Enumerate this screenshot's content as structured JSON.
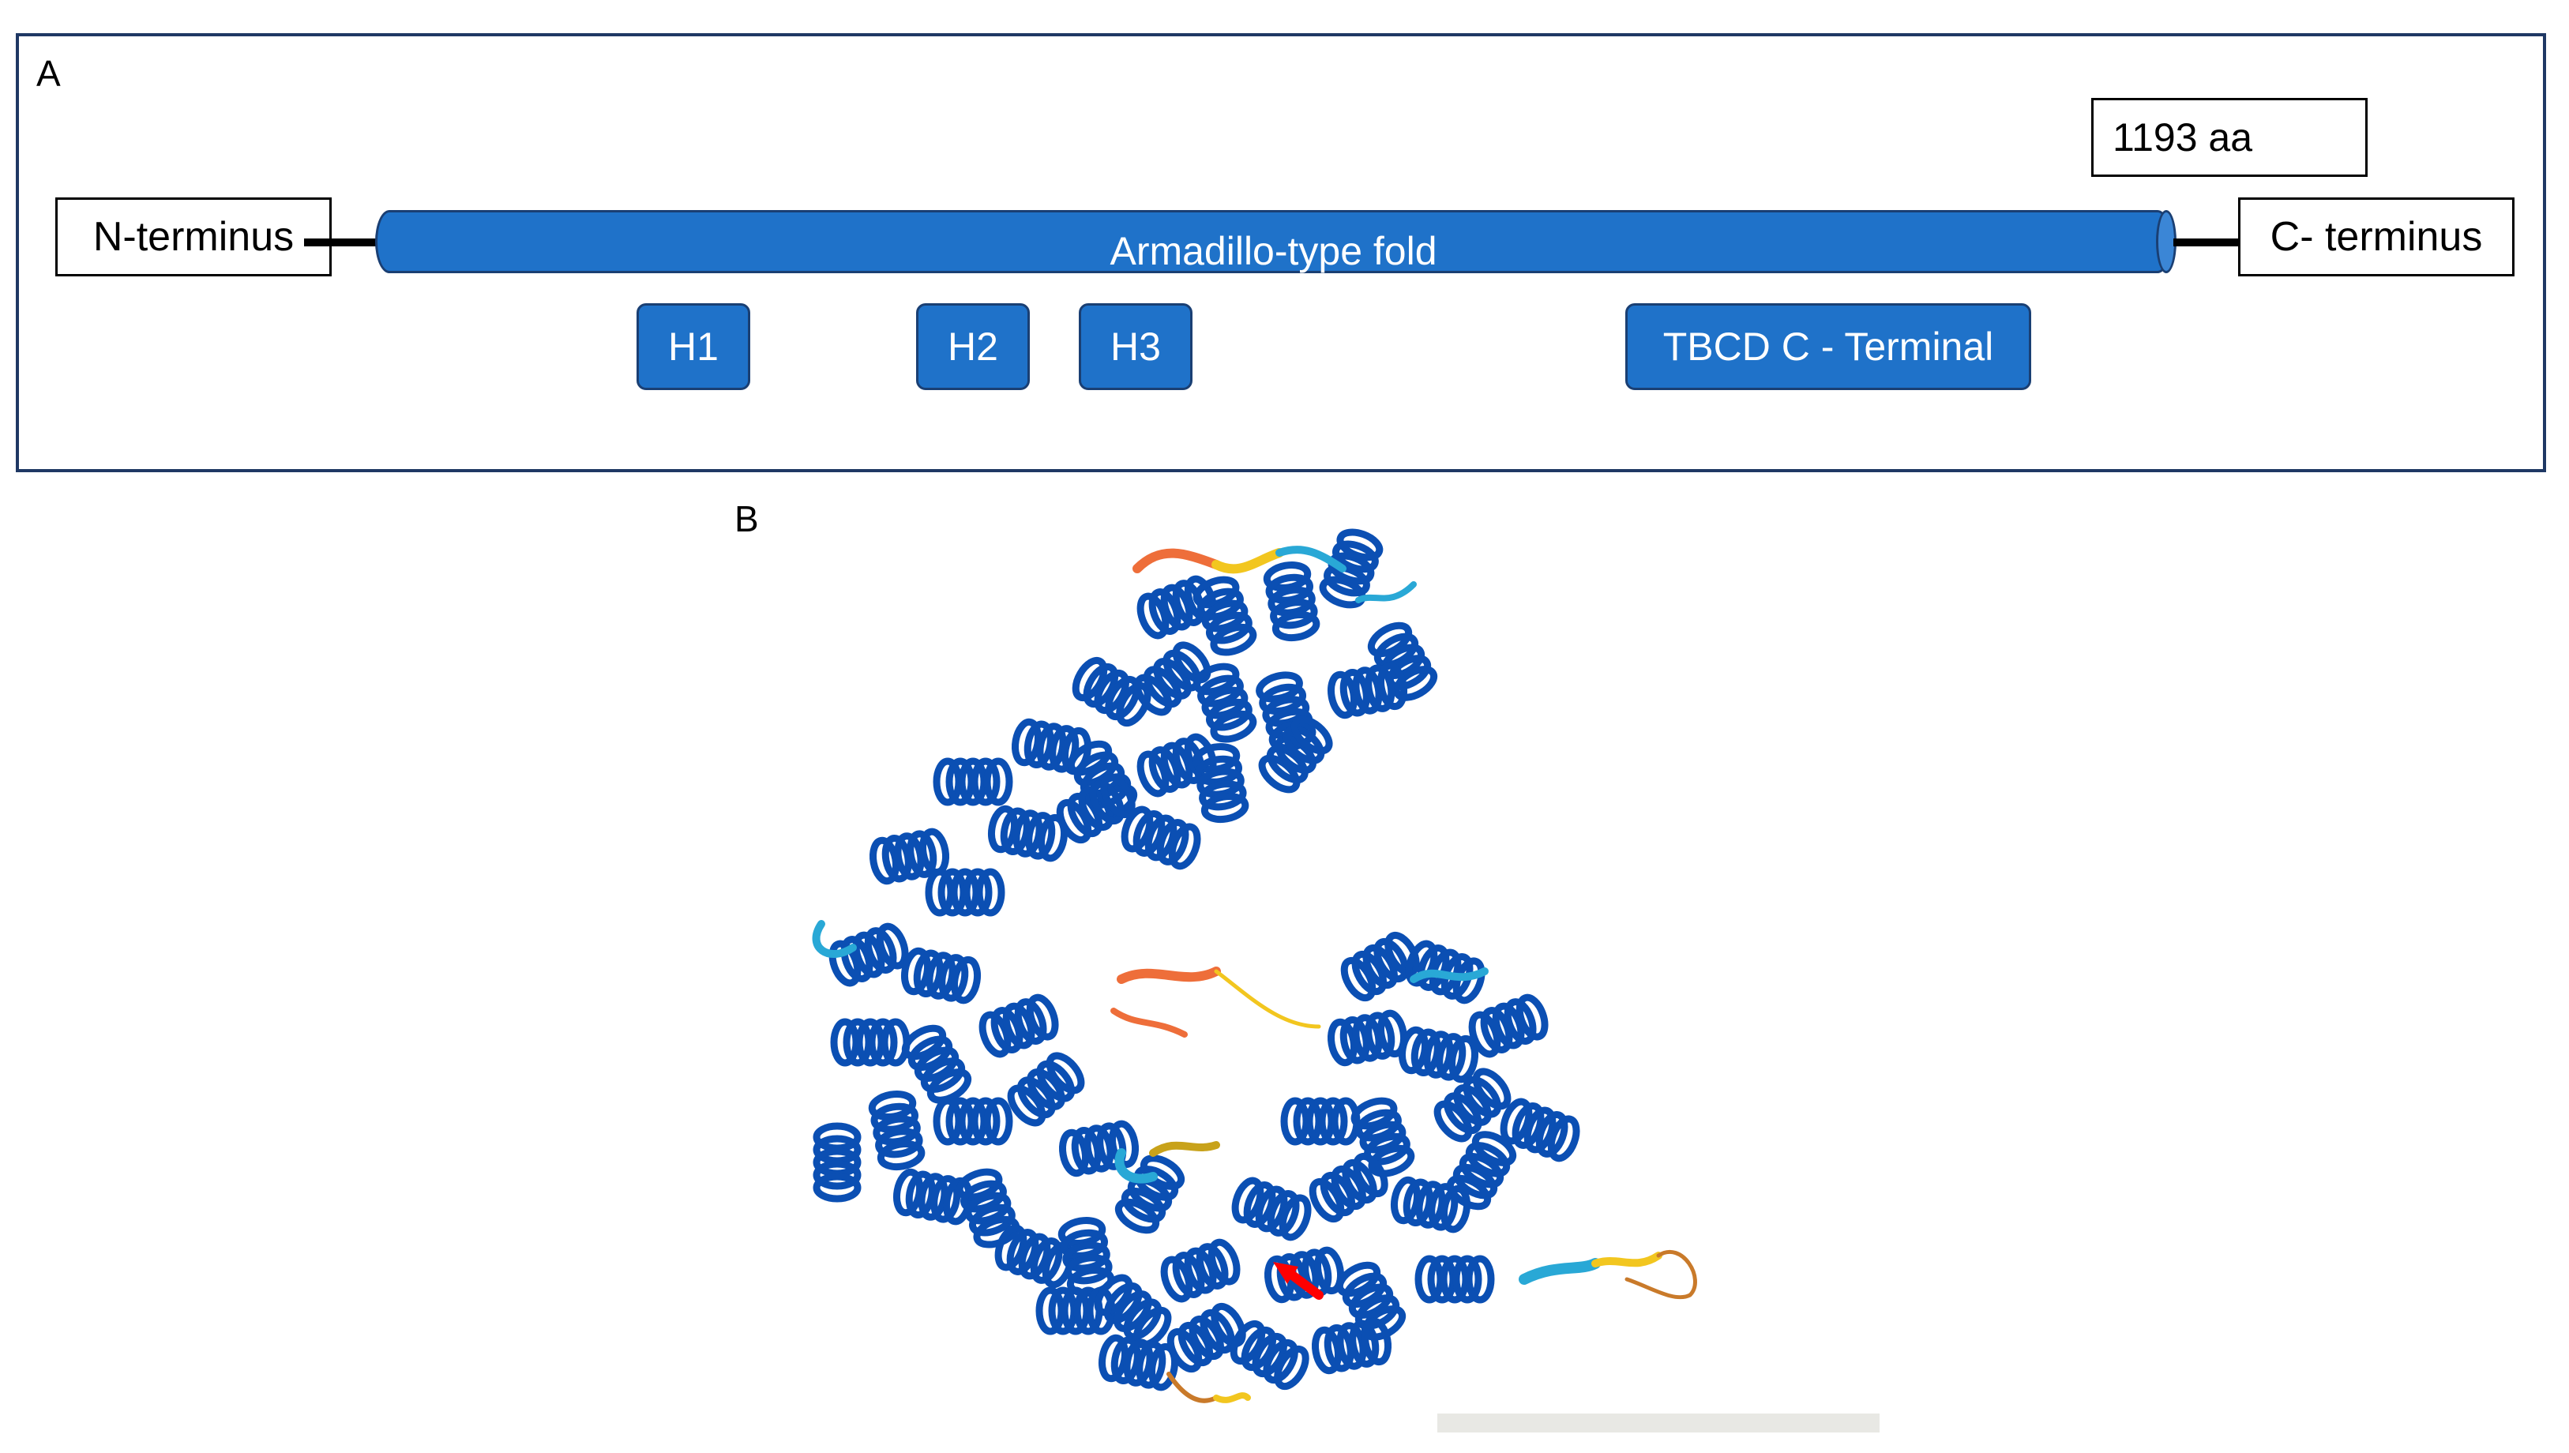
{
  "panel_a": {
    "letter": "A",
    "length_label": "1193 aa",
    "n_terminus": "N-terminus",
    "c_terminus": "C- terminus",
    "fold_label": "Armadillo-type fold",
    "domains": [
      {
        "label": "H1"
      },
      {
        "label": "H2"
      },
      {
        "label": "H3"
      },
      {
        "label": "TBCD C - Terminal"
      }
    ]
  },
  "panel_b": {
    "letter": "B"
  },
  "colors": {
    "domain_fill": "#1f72c9",
    "structure_high_confidence": "#0b4fb3",
    "structure_confident": "#29a8d6",
    "structure_low": "#f2c61f",
    "structure_very_low": "#ee6e3a",
    "arrow": "#ff0000"
  }
}
